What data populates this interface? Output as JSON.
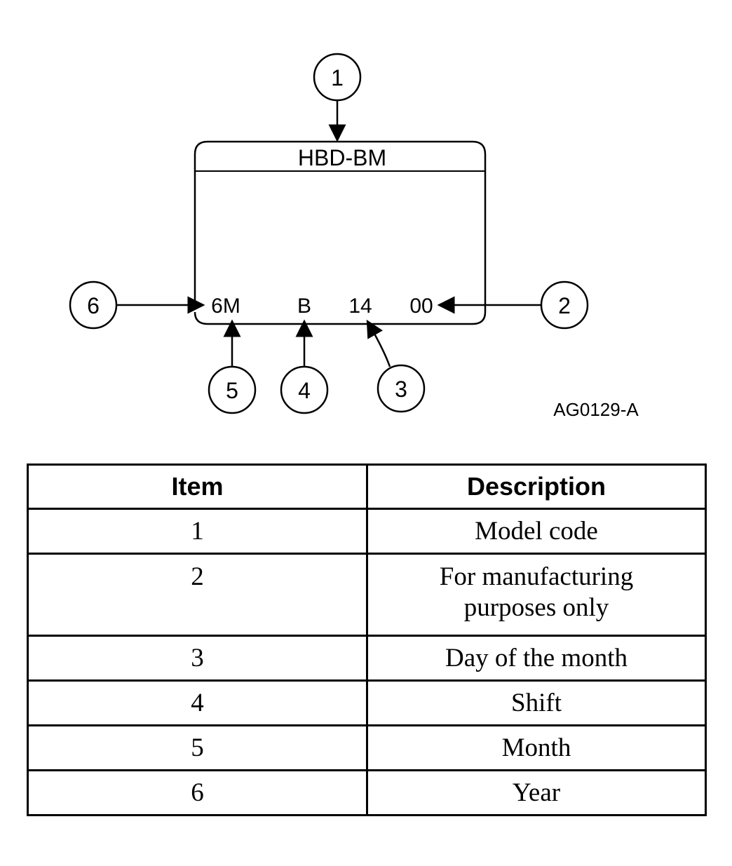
{
  "diagram": {
    "label_title": "HBD-BM",
    "codes": {
      "year": "6M",
      "shift": "B",
      "day": "14",
      "mfg": "00"
    },
    "callouts": [
      "1",
      "2",
      "3",
      "4",
      "5",
      "6"
    ],
    "figure_id": "AG0129-A"
  },
  "table": {
    "headers": {
      "item": "Item",
      "description": "Description"
    },
    "rows": [
      {
        "item": "1",
        "description": "Model code"
      },
      {
        "item": "2",
        "description": "For manufacturing purposes only"
      },
      {
        "item": "3",
        "description": "Day of the month"
      },
      {
        "item": "4",
        "description": "Shift"
      },
      {
        "item": "5",
        "description": "Month"
      },
      {
        "item": "6",
        "description": "Year"
      }
    ]
  }
}
